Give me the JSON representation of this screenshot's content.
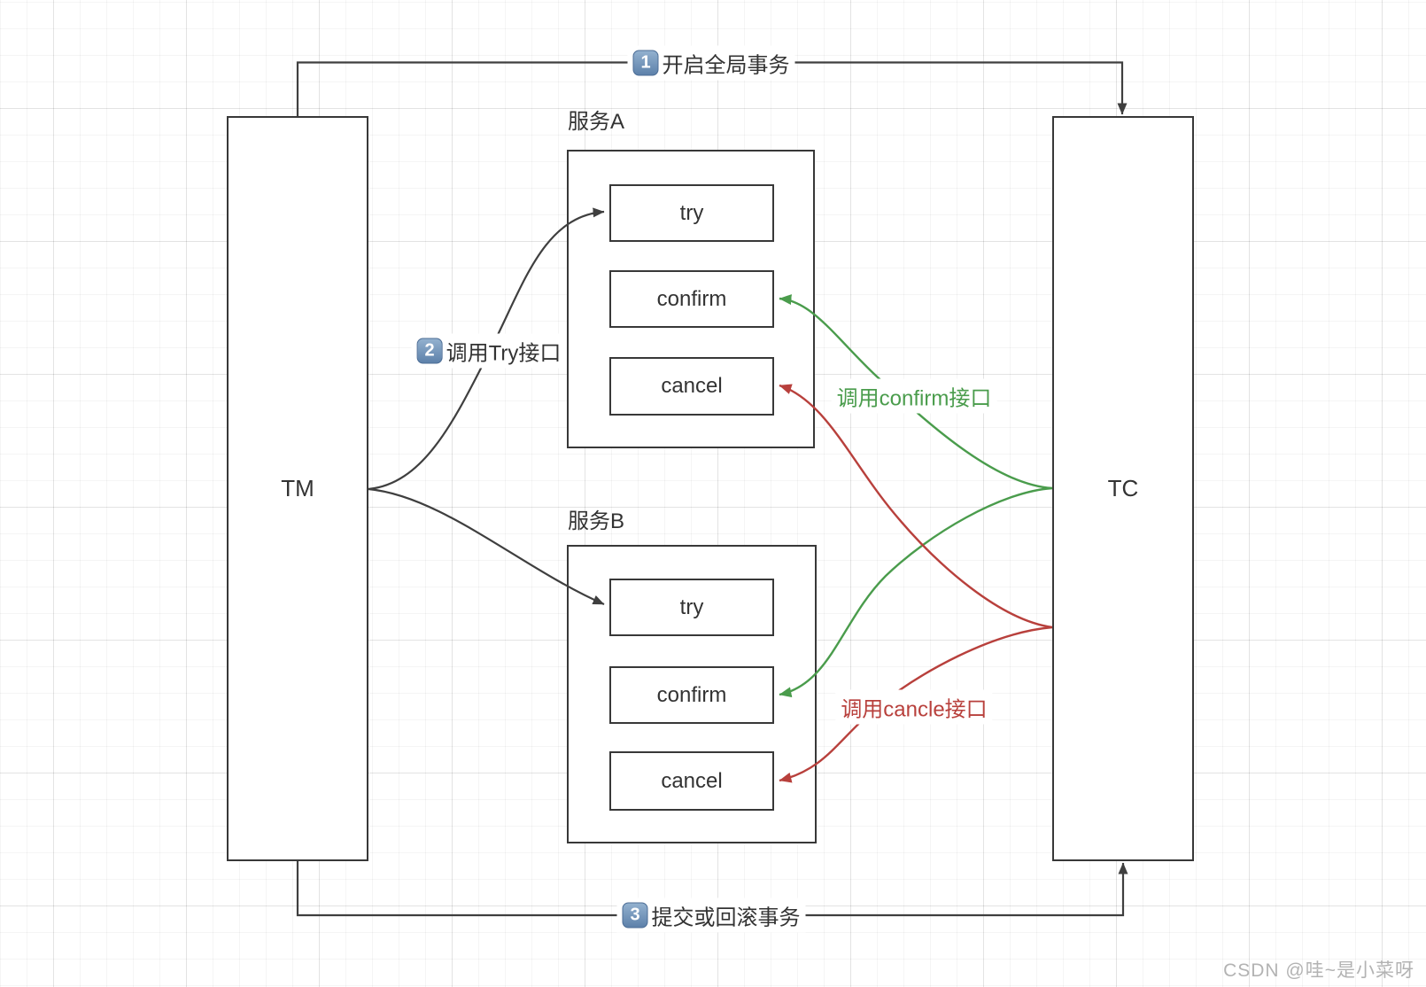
{
  "watermark": "CSDN @哇~是小菜呀",
  "nodes": {
    "tm": {
      "label": "TM"
    },
    "tc": {
      "label": "TC"
    },
    "service_a": {
      "title": "服务A",
      "boxes": [
        "try",
        "confirm",
        "cancel"
      ]
    },
    "service_b": {
      "title": "服务B",
      "boxes": [
        "try",
        "confirm",
        "cancel"
      ]
    }
  },
  "steps": {
    "step1": {
      "num": "1",
      "label": "开启全局事务"
    },
    "step2": {
      "num": "2",
      "label": "调用Try接口"
    },
    "step3": {
      "num": "3",
      "label": "提交或回滚事务"
    }
  },
  "edges": {
    "confirm_label": "调用confirm接口",
    "cancel_label": "调用cancle接口"
  },
  "colors": {
    "line_black": "#3f3f3f",
    "edge_green": "#4a9c4c",
    "edge_red": "#b8403c",
    "badge_blue": "#5d81aa"
  }
}
